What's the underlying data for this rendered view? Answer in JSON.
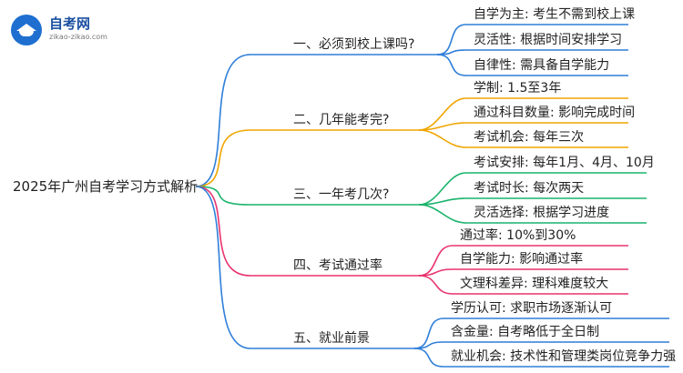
{
  "logo": {
    "title": "自考网",
    "url": "zikao-zikao.com"
  },
  "root": "2025年广州自考学习方式解析",
  "branches": [
    {
      "label": "一、必须到校上课吗?",
      "color": "#2f7fd9",
      "leaves": [
        "自学为主: 考生不需到校上课",
        "灵活性: 根据时间安排学习",
        "自律性: 需具备自学能力"
      ]
    },
    {
      "label": "二、几年能考完?",
      "color": "#f0a500",
      "leaves": [
        "学制: 1.5至3年",
        "通过科目数量: 影响完成时间",
        "考试机会: 每年三次"
      ]
    },
    {
      "label": "三、一年考几次?",
      "color": "#19b36b",
      "leaves": [
        "考试安排: 每年1月、4月、10月",
        "考试时长: 每次两天",
        "灵活选择: 根据学习进度"
      ]
    },
    {
      "label": "四、考试通过率",
      "color": "#e8336d",
      "leaves": [
        "通过率: 10%到30%",
        "自学能力: 影响通过率",
        "文理科差异: 理科难度较大"
      ]
    },
    {
      "label": "五、就业前景",
      "color": "#2f7fd9",
      "leaves": [
        "学历认可: 求职市场逐渐认可",
        "含金量: 自考略低于全日制",
        "就业机会: 技术性和管理类岗位竞争力强"
      ]
    }
  ]
}
